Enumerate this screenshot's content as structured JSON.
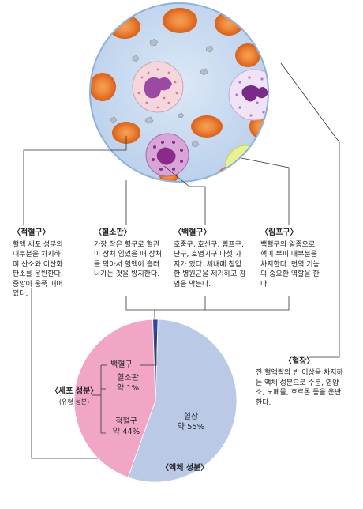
{
  "labels": {
    "rbc": {
      "title": "〈적혈구〉",
      "body": "혈액 세포 성분의 대부분을 차지하며 산소와 이산화탄소를 운반한다. 중앙이 움푹 패어 있다."
    },
    "platelet": {
      "title": "〈혈소판〉",
      "body": "가장 작은 혈구로 혈관이 상처 입었을 때 상처를 막아서 혈액이 흘러 나가는 것을 방지한다."
    },
    "wbc": {
      "title": "〈백혈구〉",
      "body": "호중구, 호산구, 림프구, 단구, 호염기구 다섯 가지가 있다. 체내에 침입한 병원균을 제거하고 감염을 막는다."
    },
    "lymph": {
      "title": "〈림프구〉",
      "body": "백혈구의 일종으로 핵이 부피 대부분을 차지한다. 면역 기능의 중요한 역할을 한다."
    },
    "plasma": {
      "title": "〈혈장〉",
      "body": "전 혈액량의 반 이상을 차지하는 액체 성분으로 수분, 영양소, 노폐물, 호르몬 등을 운반한다."
    }
  },
  "pie": {
    "wbc_label": "백혈구",
    "platelet_label": "혈소판",
    "platelet_value": "약 1%",
    "rbc_label": "적혈구",
    "rbc_value": "약 44%",
    "plasma_label": "혈장",
    "plasma_value": "약 55%",
    "liquid_label": "〈액체 성분〉",
    "cell_label": "〈세포 성분〉",
    "cell_sub": "(유형 성분)",
    "slices": [
      {
        "name": "plasma",
        "percent": 55,
        "color": "#b9c9e6"
      },
      {
        "name": "rbc",
        "percent": 44,
        "color": "#f0a6c4"
      },
      {
        "name": "platelet-wbc",
        "percent": 1,
        "color": "#2e4a96"
      }
    ]
  },
  "colors": {
    "rbc": "#e8742a",
    "plasma_bg": "#c8dcf2",
    "platelet": "#b9bfc9",
    "lymph_outer": "#e8f08a",
    "nucleus": "#8a2a8a",
    "line": "#333333"
  }
}
